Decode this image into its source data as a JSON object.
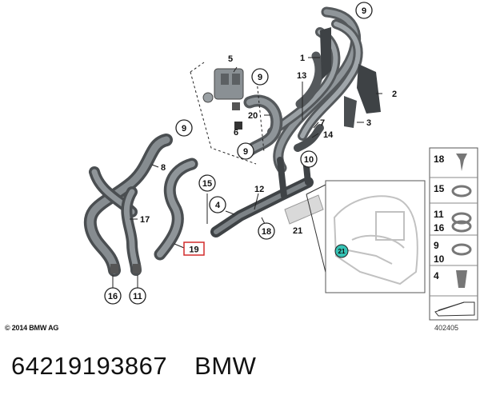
{
  "labels": {
    "l1": "1",
    "l2": "2",
    "l3": "3",
    "l4": "4",
    "l5": "5",
    "l6": "6",
    "l7": "7",
    "l8": "8",
    "l9a": "9",
    "l9b": "9",
    "l9c": "9",
    "l9d": "9",
    "l10": "10",
    "l11": "11",
    "l12": "12",
    "l13": "13",
    "l14": "14",
    "l15": "15",
    "l16": "16",
    "l17": "17",
    "l18": "18",
    "l19": "19",
    "l20": "20",
    "l21a": "21",
    "l21b": "21"
  },
  "legend": {
    "items": [
      "18",
      "15",
      "11",
      "16",
      "9",
      "10",
      "4"
    ]
  },
  "footer": {
    "copyright": "© 2014 BMW AG",
    "diagram_number": "402405",
    "part_number": "64219193867",
    "brand": "BMW"
  },
  "colors": {
    "hose": "#6f7377",
    "hose_dark": "#45494c",
    "highlight": "#d22c2c",
    "badge": "#35c2b4"
  }
}
